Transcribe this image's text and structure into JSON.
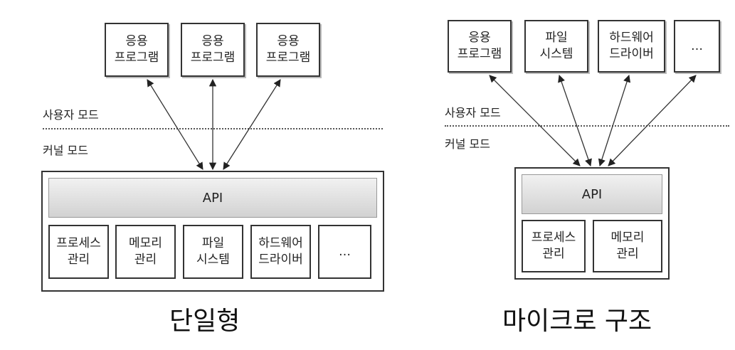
{
  "monolithic": {
    "apps": [
      {
        "line1": "응용",
        "line2": "프로그램"
      },
      {
        "line1": "응용",
        "line2": "프로그램"
      },
      {
        "line1": "응용",
        "line2": "프로그램"
      }
    ],
    "user_mode": "사용자 모드",
    "kernel_mode": "커널 모드",
    "api": "API",
    "modules": [
      {
        "line1": "프로세스",
        "line2": "관리"
      },
      {
        "line1": "메모리",
        "line2": "관리"
      },
      {
        "line1": "파일",
        "line2": "시스템"
      },
      {
        "line1": "하드웨어",
        "line2": "드라이버"
      },
      {
        "line1": "…",
        "line2": ""
      }
    ],
    "caption": "단일형"
  },
  "microkernel": {
    "apps": [
      {
        "line1": "응용",
        "line2": "프로그램"
      },
      {
        "line1": "파일",
        "line2": "시스템"
      },
      {
        "line1": "하드웨어",
        "line2": "드라이버"
      },
      {
        "line1": "…",
        "line2": ""
      }
    ],
    "user_mode": "사용자 모드",
    "kernel_mode": "커널 모드",
    "api": "API",
    "modules": [
      {
        "line1": "프로세스",
        "line2": "관리"
      },
      {
        "line1": "메모리",
        "line2": "관리"
      }
    ],
    "caption": "마이크로 구조"
  }
}
